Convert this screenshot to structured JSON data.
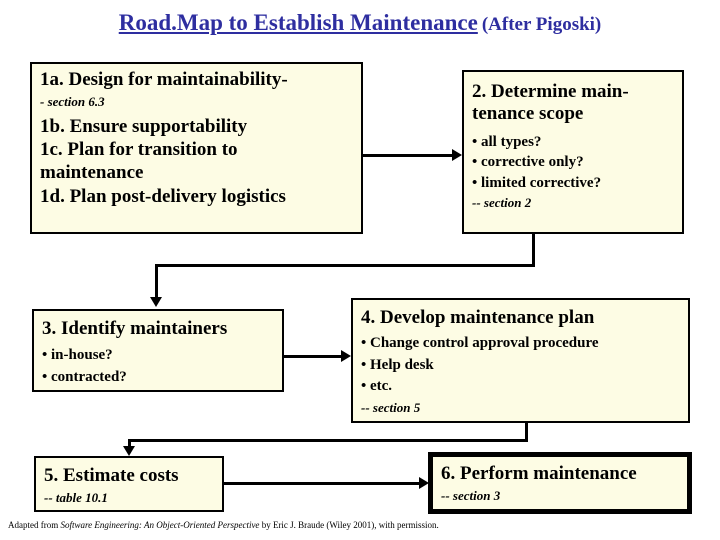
{
  "title": {
    "main": "Road.Map to Establish Maintenance",
    "sub": "(After Pigoski)"
  },
  "boxes": {
    "box1": {
      "name": "design-for-maintainability",
      "line1": "1a. Design for maintainability-",
      "section": "- section 6.3",
      "line2": "1b. Ensure supportability",
      "line3": "1c. Plan for transition to",
      "line4": "maintenance",
      "line5": "1d. Plan post-delivery logistics"
    },
    "box2": {
      "name": "determine-maintenance-scope",
      "head1": "2. Determine main-",
      "head2": "tenance scope",
      "bullets": [
        "• all types?",
        "• corrective only?",
        "• limited corrective?"
      ],
      "section": "-- section 2"
    },
    "box3": {
      "name": "identify-maintainers",
      "head": "3. Identify maintainers",
      "bullets": [
        "• in-house?",
        "• contracted?"
      ]
    },
    "box4": {
      "name": "develop-maintenance-plan",
      "head": "4. Develop maintenance plan",
      "bullets": [
        "• Change control approval procedure",
        "• Help desk",
        "• etc."
      ],
      "section": "-- section 5"
    },
    "box5": {
      "name": "estimate-costs",
      "head": "5. Estimate costs",
      "section": "-- table 10.1"
    },
    "box6": {
      "name": "perform-maintenance",
      "head": "6. Perform maintenance",
      "section": "-- section 3"
    }
  },
  "footer": {
    "pre": "Adapted from ",
    "italic": "Software Engineering: An Object-Oriented Perspective",
    "post": " by Eric J. Braude (Wiley 2001), with permission."
  },
  "colors": {
    "title": "#2e2ea0",
    "box_fill": "#fdfce4",
    "border": "#000000",
    "page": "#ffffff"
  }
}
